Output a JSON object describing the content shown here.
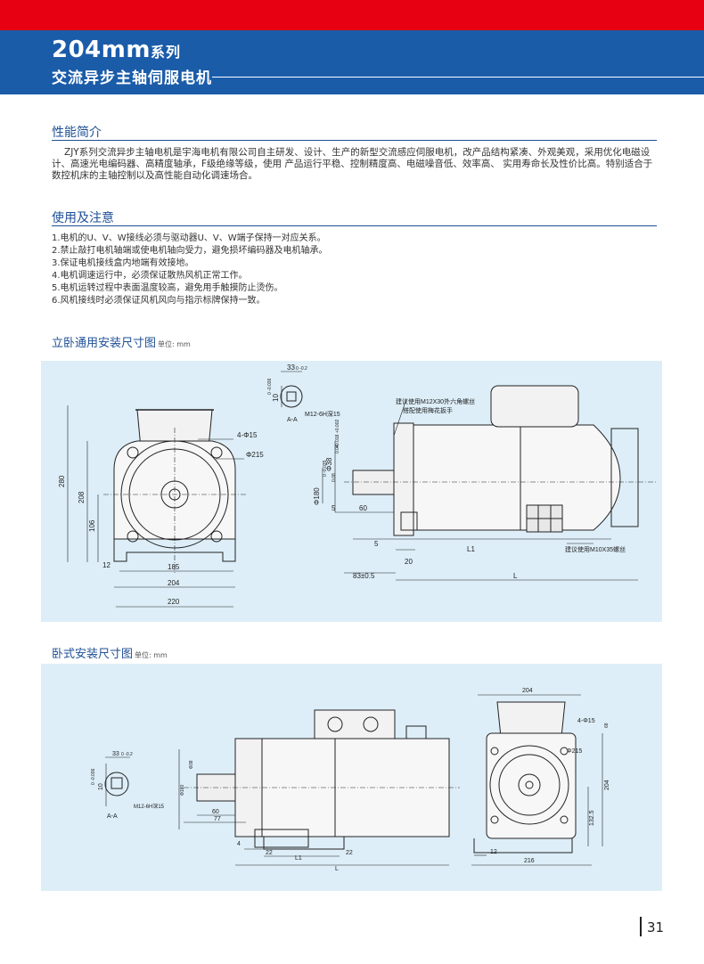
{
  "header": {
    "title_size": "204mm",
    "title_series": "系列",
    "title_cn": "交流异步主轴伺服电机",
    "top_color": "#e60012",
    "band_color": "#1b5ca9"
  },
  "intro": {
    "heading": "性能简介",
    "text": "ZJY系列交流异步主轴电机是宇海电机有限公司自主研发、设计、生产的新型交流感应伺服电机，改产品结构紧凑、外观美观，采用优化电磁设计、高速光电编码器、高精度轴承，F级绝缘等级，使用 产品运行平稳、控制精度高、电磁噪音低、效率高、 实用寿命长及性价比高。特别适合于数控机床的主轴控制以及高性能自动化调速场合。"
  },
  "usage": {
    "heading": "使用及注意",
    "items": [
      "1.电机的U、V、W接线必须与驱动器U、V、W端子保持一对应关系。",
      "2.禁止敲打电机轴端或使电机轴向受力，避免损坏编码器及电机轴承。",
      "3.保证电机接线盒内地端有效接地。",
      "4.电机调速运行中，必须保证散热风机正常工作。",
      "5.电机运转过程中表面温度较高，避免用手触摸防止烫伤。",
      "6.风机接线时必须保证风机风向与指示标牌保持一致。"
    ]
  },
  "fig1": {
    "title": "立卧通用安装尺寸图",
    "unit": "单位: mm",
    "front": {
      "d280": "280",
      "d208": "208",
      "d106": "106",
      "d12": "12",
      "d185": "185",
      "d204": "204",
      "d220": "220",
      "holes": "4-Φ15",
      "pcd": "Φ215"
    },
    "section": {
      "w": "33",
      "w_tol": "0 -0.2",
      "h": "10",
      "h_tol": "0 -0.036",
      "thread": "M12-6H深15",
      "label": "A-A"
    },
    "side": {
      "shaft_d": "Φ38",
      "shaft_tol": "+0.018 +0.002",
      "spigot_d": "Φ180",
      "spigot_tol": "0 -0.035",
      "d5": "5",
      "d60": "60",
      "d5b": "5",
      "d20": "20",
      "d83": "83±0.5",
      "l1": "L1",
      "l": "L",
      "note_bolt1": "建议使用M12X30外六角螺丝",
      "note_bolt2": "搭配使用梅花扳手",
      "note_m10": "建议使用M10X35螺丝",
      "tol_a": "0.04",
      "tol_b": "0.08"
    }
  },
  "fig2": {
    "title": "卧式安装尺寸图",
    "unit": "单位: mm",
    "section": {
      "w": "33",
      "w_tol": "0 -0.2",
      "h": "10",
      "h_tol": "0 -0.036",
      "thread": "M12-6H深15",
      "label": "A-A"
    },
    "side": {
      "shaft_d": "Φ38",
      "spigot_d": "Φ180",
      "d60": "60",
      "d77": "77",
      "d4": "4",
      "d22a": "22",
      "d22b": "22",
      "l1": "L1",
      "l": "L"
    },
    "end": {
      "d204": "204",
      "holes": "4-Φ15",
      "d68": "68",
      "pcd": "Φ215",
      "d204v": "204",
      "d1325": "132.5",
      "d12": "12",
      "d216": "216"
    }
  },
  "page_number": "31"
}
